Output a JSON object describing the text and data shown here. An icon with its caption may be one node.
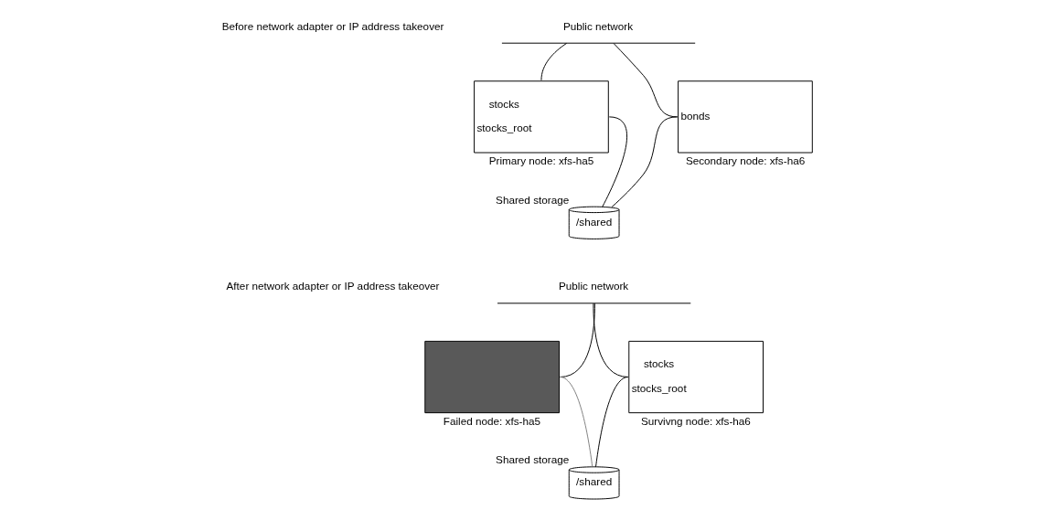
{
  "diagram": {
    "nodes": [
      {
        "text": [
          "Public network"
        ]
      },
      {
        "text": [
          "stocks",
          "stocks_root"
        ],
        "beside": [
          "Primary node: xfs-ha5"
        ]
      },
      {
        "text": [
          "bonds"
        ],
        "beside": [
          "Secondary node: xfs-ha6"
        ]
      },
      {
        "text": [
          "/shared"
        ],
        "beside": [
          "Shared storage"
        ]
      },
      {
        "text": [
          "Public network"
        ]
      },
      {
        "text": [],
        "shape": "box",
        "beside": [
          "Failed node: xfs-ha5"
        ]
      },
      {
        "text": [
          "stocks",
          "stocks_root"
        ],
        "beside": [
          "Survivng node: xfs-ha6"
        ]
      },
      {
        "text": [
          "/shared"
        ],
        "beside": [
          "Shared storage"
        ]
      }
    ],
    "edges": [
      {
        "from": 0,
        "to": 1,
        "arrow": "none"
      },
      {
        "from": 0,
        "to": 2,
        "arrow": "none"
      },
      {
        "from": 1,
        "to": 3,
        "arrow": "none"
      },
      {
        "from": 2,
        "to": 3,
        "arrow": "none"
      },
      {
        "from": 4,
        "to": 5,
        "arrow": "none"
      },
      {
        "from": 4,
        "to": 6,
        "arrow": "none"
      },
      {
        "from": 5,
        "to": 7,
        "arrow": "none",
        "color": "#808080"
      },
      {
        "from": 6,
        "to": 7,
        "arrow": "none"
      }
    ],
    "labels": [
      "Before network adapter or IP address takeover",
      "After network adapter or IP address takeover"
    ]
  }
}
